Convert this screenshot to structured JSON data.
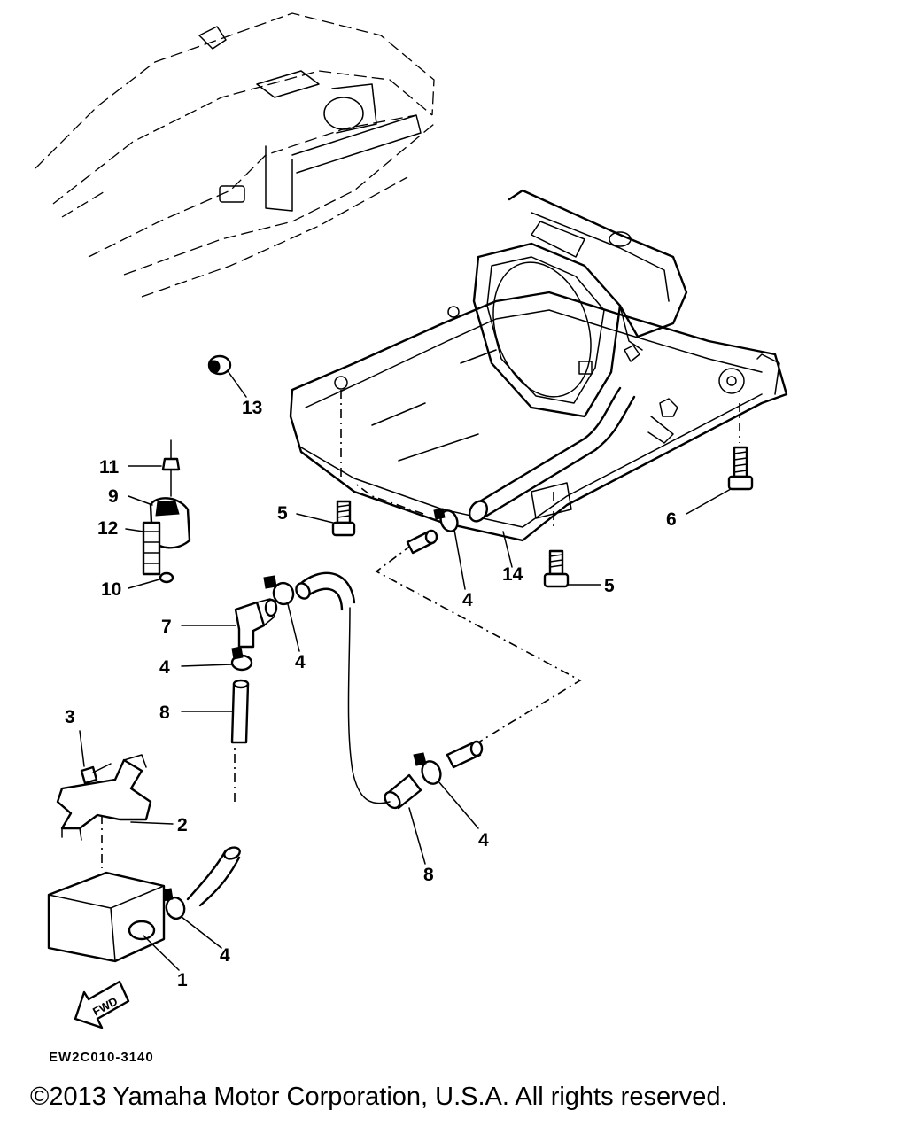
{
  "diagram": {
    "code": "EW2C010-3140",
    "fwd_label": "FWD",
    "callouts": {
      "c1": "1",
      "c2": "2",
      "c3": "3",
      "c4a": "4",
      "c4b": "4",
      "c4c": "4",
      "c4d": "4",
      "c4e": "4",
      "c5a": "5",
      "c5b": "5",
      "c6": "6",
      "c7": "7",
      "c8a": "8",
      "c8b": "8",
      "c9": "9",
      "c10": "10",
      "c11": "11",
      "c12": "12",
      "c13": "13",
      "c14": "14"
    }
  },
  "footer": {
    "copyright": "©2013 Yamaha Motor Corporation, U.S.A. All rights reserved."
  }
}
